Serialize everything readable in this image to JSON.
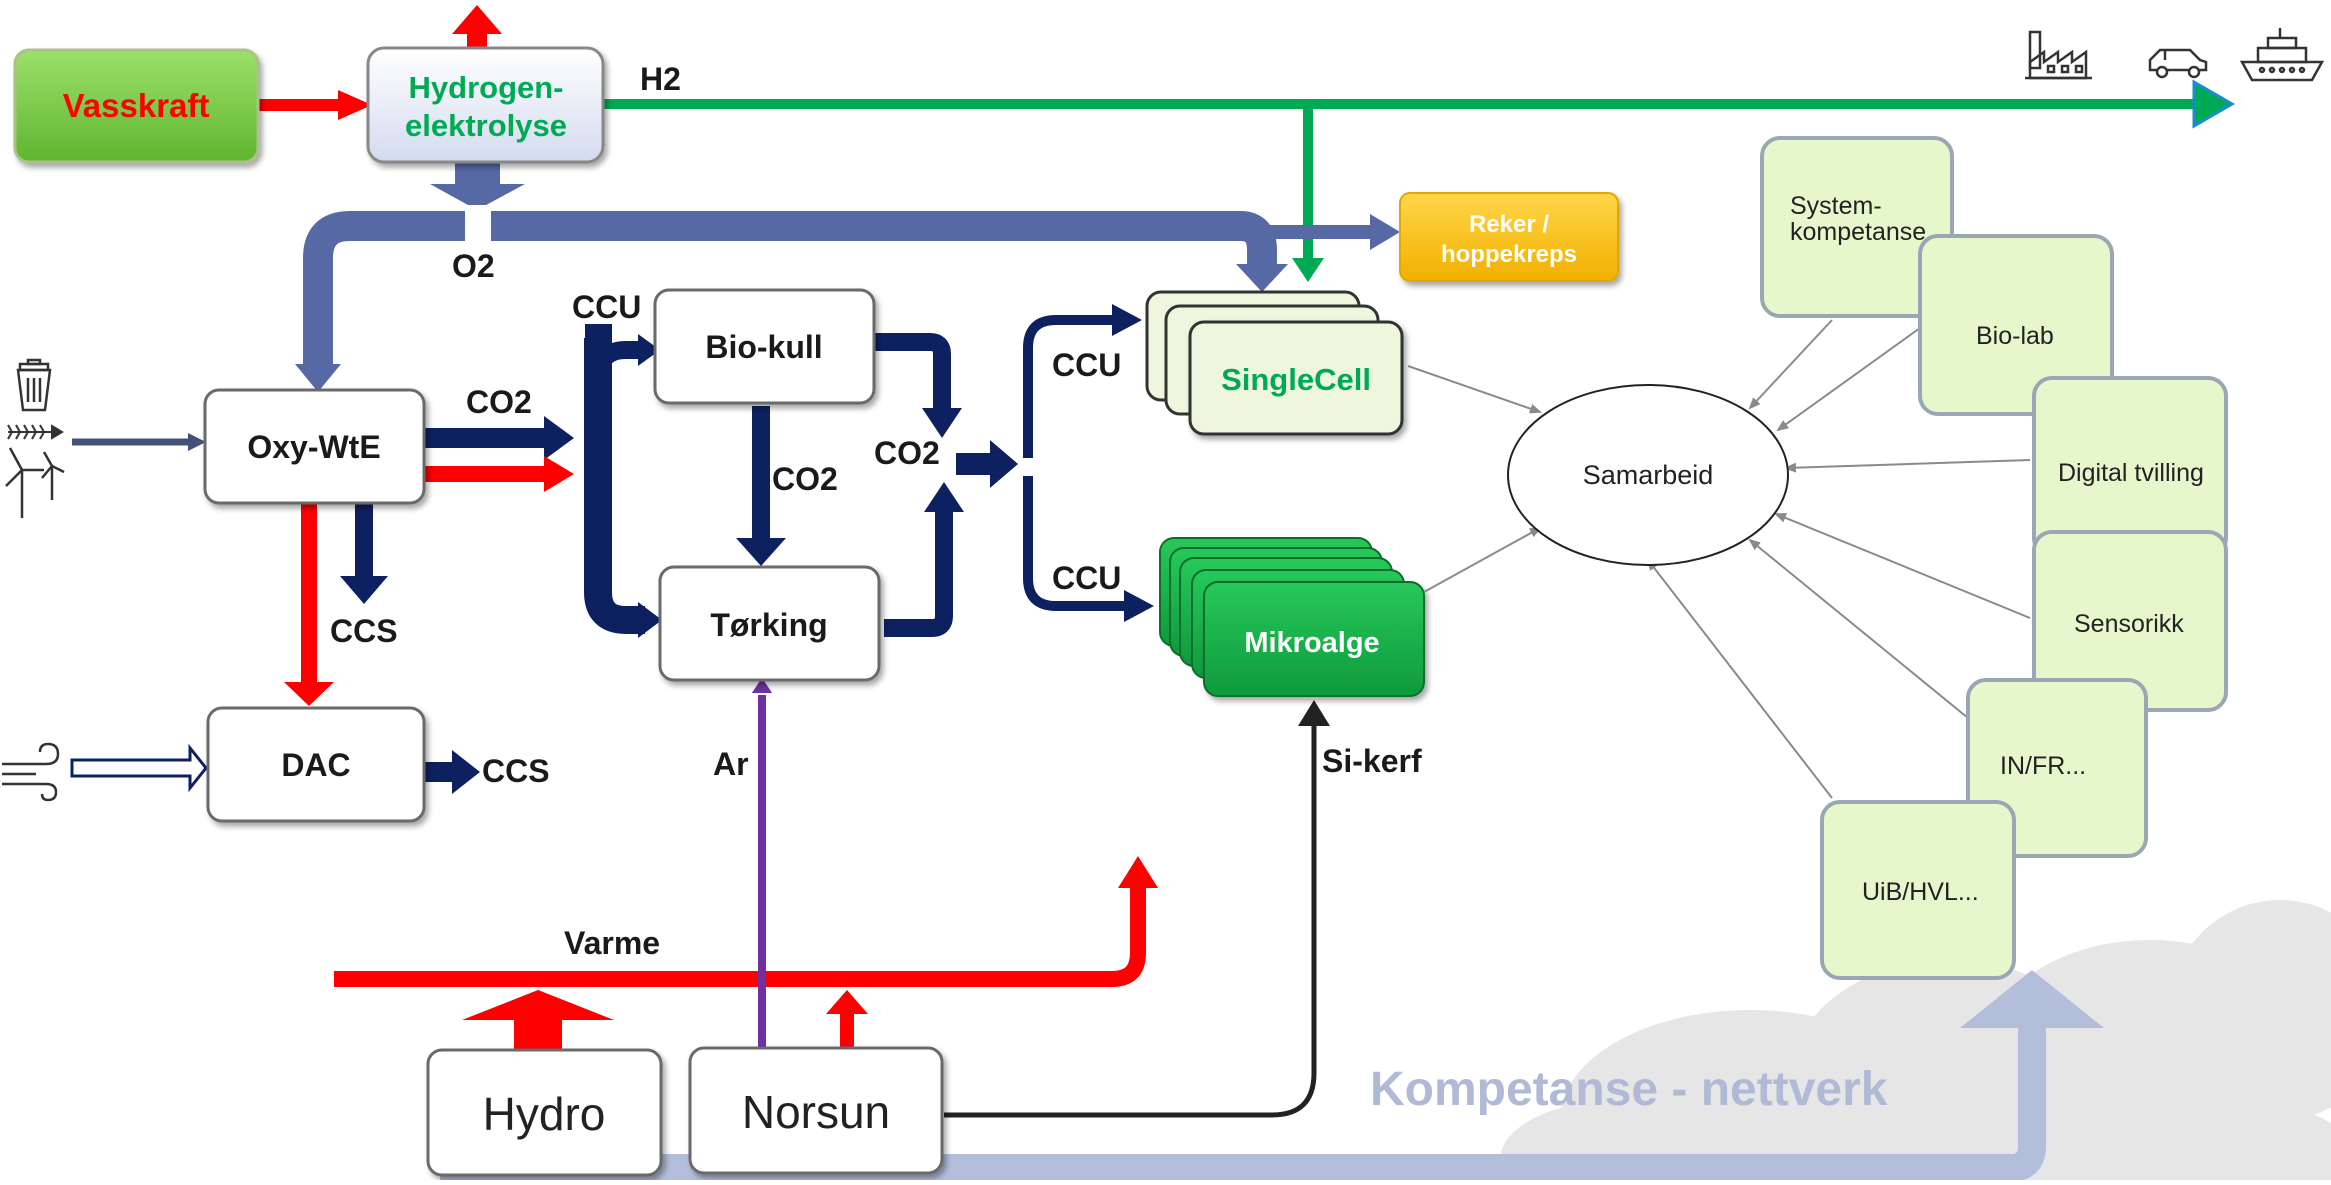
{
  "nodes": {
    "vasskraft": "Vasskraft",
    "hydrogen": [
      "Hydrogen-",
      "elektrolyse"
    ],
    "reker": [
      "Reker /",
      "hoppekreps"
    ],
    "oxy": "Oxy-WtE",
    "dac": "DAC",
    "biokull": "Bio-kull",
    "torking": "Tørking",
    "singlecell": "SingleCell",
    "mikroalge": "Mikroalge",
    "hydro": "Hydro",
    "norsun": "Norsun",
    "samarbeid": "Samarbeid"
  },
  "labels": {
    "h2": "H2",
    "o2": "O2",
    "co2_oxy": "CO2",
    "ccs_oxy": "CCS",
    "ccs_dac": "CCS",
    "ccu_top": "CCU",
    "co2_mid": "CO2",
    "co2_right": "CO2",
    "ccu_single": "CCU",
    "ccu_mikro": "CCU",
    "ar": "Ar",
    "sikerf": "Si-kerf",
    "varme": "Varme",
    "kompetanse": "Kompetanse - nettverk"
  },
  "network": {
    "system": [
      "System-",
      "kompetanse"
    ],
    "biolab": "Bio-lab",
    "digital": "Digital tvilling",
    "sensorikk": "Sensorikk",
    "infr": "IN/FR...",
    "uib": "UiB/HVL..."
  },
  "icons": [
    "factory-icon",
    "car-icon",
    "ship-icon",
    "trash-bin-icon",
    "biomass-arrows-icon",
    "wind-turbine-icon",
    "wind-icon"
  ],
  "colors": {
    "green": "#00aa55",
    "red": "#ff0000",
    "navy": "#0d2161",
    "slate": "#5769a5",
    "purple": "#7030a0",
    "lightgreen": "#eaf6d4",
    "darkgreen": "#1aa64a",
    "yellow": "#ffc000"
  }
}
